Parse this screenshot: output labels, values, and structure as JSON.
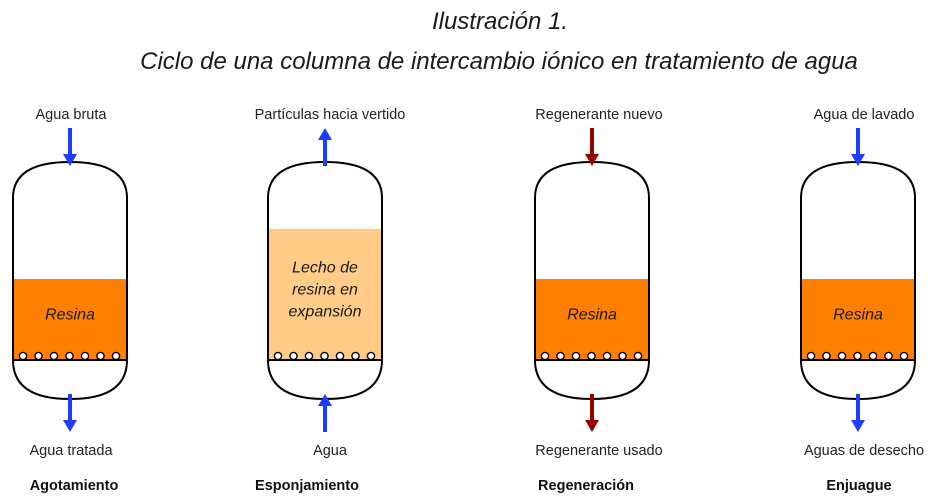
{
  "title": {
    "line1": "Ilustración 1.",
    "line2": "Ciclo de una columna de intercambio iónico en tratamiento de agua"
  },
  "colors": {
    "resin": "#ff8000",
    "resin_expanded": "#ffcc88",
    "arrow_blue": "#1f3dff",
    "arrow_red": "#990000",
    "outline": "#000000"
  },
  "stages": [
    {
      "name": "Agotamiento",
      "top_label": "Agua bruta",
      "bottom_label": "Agua tratada",
      "bed_label": [
        "Resina"
      ],
      "bed_state": "normal",
      "arrow_color": "blue",
      "flow": "down"
    },
    {
      "name": "Esponjamiento",
      "top_label": "Partículas hacia vertido",
      "bottom_label": "Agua",
      "bed_label": [
        "Lecho de",
        "resina en",
        "expansión"
      ],
      "bed_state": "expanded",
      "arrow_color": "blue",
      "flow": "up"
    },
    {
      "name": "Regeneración",
      "top_label": "Regenerante nuevo",
      "bottom_label": "Regenerante usado",
      "bed_label": [
        "Resina"
      ],
      "bed_state": "normal",
      "arrow_color": "red",
      "flow": "down"
    },
    {
      "name": "Enjuague",
      "top_label": "Agua de lavado",
      "bottom_label": "Aguas de desecho",
      "bed_label": [
        "Resina"
      ],
      "bed_state": "normal",
      "arrow_color": "blue",
      "flow": "down"
    }
  ]
}
